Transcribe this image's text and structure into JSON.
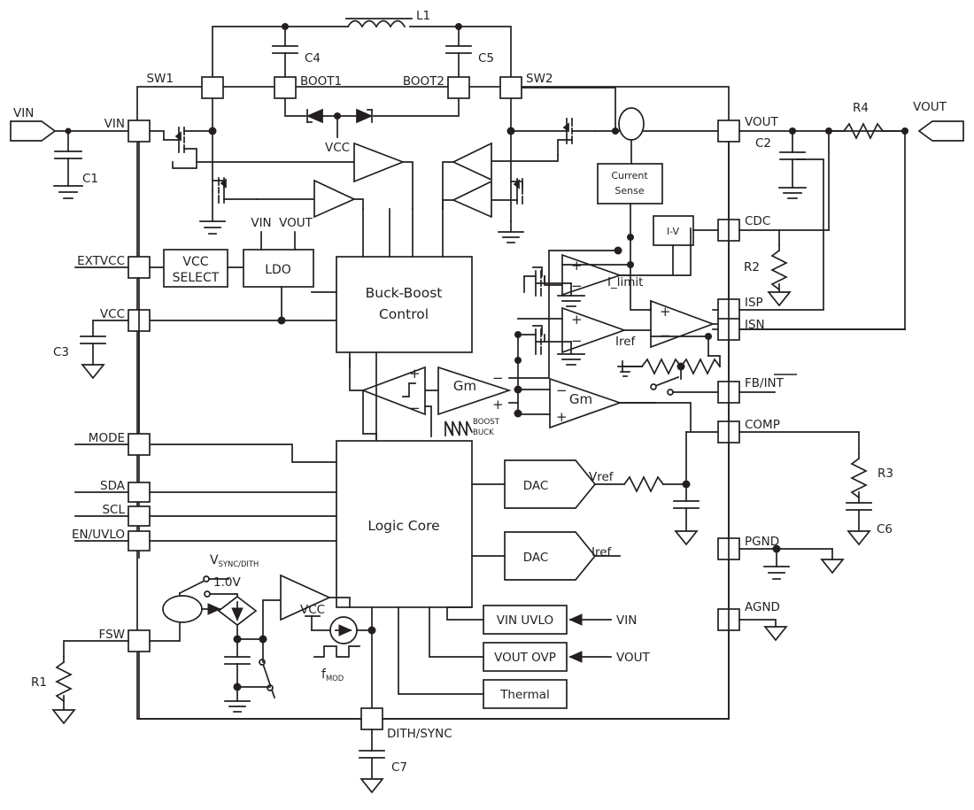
{
  "diagram": {
    "title": "Buck-Boost Converter Functional Block Diagram",
    "type": "schematic-block-diagram",
    "colors": {
      "line": "#231f20",
      "text": "#231f20",
      "background": "#ffffff"
    }
  },
  "terminals": [
    {
      "name": "vin-terminal",
      "label": "VIN",
      "side": "left"
    },
    {
      "name": "vout-terminal",
      "label": "VOUT",
      "side": "right"
    }
  ],
  "pins": {
    "top": [
      {
        "label": "SW1",
        "name": "pin-sw1"
      },
      {
        "label": "BOOT1",
        "name": "pin-boot1"
      },
      {
        "label": "BOOT2",
        "name": "pin-boot2"
      },
      {
        "label": "SW2",
        "name": "pin-sw2"
      }
    ],
    "left": [
      {
        "label": "VIN",
        "name": "pin-vin"
      },
      {
        "label": "EXTVCC",
        "name": "pin-extvcc"
      },
      {
        "label": "VCC",
        "name": "pin-vcc"
      },
      {
        "label": "MODE",
        "name": "pin-mode"
      },
      {
        "label": "SDA",
        "name": "pin-sda"
      },
      {
        "label": "SCL",
        "name": "pin-scl"
      },
      {
        "label": "EN/UVLO",
        "name": "pin-en-uvlo"
      },
      {
        "label": "FSW",
        "name": "pin-fsw"
      }
    ],
    "right": [
      {
        "label": "VOUT",
        "name": "pin-vout"
      },
      {
        "label": "CDC",
        "name": "pin-cdc"
      },
      {
        "label": "ISP",
        "name": "pin-isp"
      },
      {
        "label": "ISN",
        "name": "pin-isn"
      },
      {
        "label": "FB/INT",
        "name": "pin-fb-int",
        "overline_part": "INT"
      },
      {
        "label": "COMP",
        "name": "pin-comp"
      },
      {
        "label": "PGND",
        "name": "pin-pgnd"
      },
      {
        "label": "AGND",
        "name": "pin-agnd"
      }
    ],
    "bottom": [
      {
        "label": "DITH/SYNC",
        "name": "pin-dith-sync"
      }
    ]
  },
  "blocks": [
    {
      "label": "VCC",
      "label2": "SELECT",
      "name": "block-vcc-select"
    },
    {
      "label": "LDO",
      "name": "block-ldo"
    },
    {
      "label": "Buck-Boost",
      "label2": "Control",
      "name": "block-buck-boost-control"
    },
    {
      "label": "Logic Core",
      "name": "block-logic-core"
    },
    {
      "label": "Current",
      "label2": "Sense",
      "name": "block-current-sense"
    },
    {
      "label": "I-V",
      "name": "block-i-v"
    },
    {
      "label": "DAC",
      "name": "block-dac-vref"
    },
    {
      "label": "DAC",
      "name": "block-dac-iref"
    },
    {
      "label": "VIN UVLO",
      "name": "block-vin-uvlo"
    },
    {
      "label": "VOUT OVP",
      "name": "block-vout-ovp"
    },
    {
      "label": "Thermal",
      "name": "block-thermal"
    }
  ],
  "external_components": [
    {
      "ref": "C1",
      "type": "capacitor",
      "name": "component-c1"
    },
    {
      "ref": "C2",
      "type": "capacitor",
      "name": "component-c2"
    },
    {
      "ref": "C3",
      "type": "capacitor",
      "name": "component-c3"
    },
    {
      "ref": "C4",
      "type": "capacitor",
      "name": "component-c4"
    },
    {
      "ref": "C5",
      "type": "capacitor",
      "name": "component-c5"
    },
    {
      "ref": "C6",
      "type": "capacitor",
      "name": "component-c6"
    },
    {
      "ref": "C7",
      "type": "capacitor",
      "name": "component-c7"
    },
    {
      "ref": "L1",
      "type": "inductor",
      "name": "component-l1"
    },
    {
      "ref": "R1",
      "type": "resistor",
      "name": "component-r1"
    },
    {
      "ref": "R2",
      "type": "resistor",
      "name": "component-r2"
    },
    {
      "ref": "R3",
      "type": "resistor",
      "name": "component-r3"
    },
    {
      "ref": "R4",
      "type": "resistor",
      "name": "component-r4"
    }
  ],
  "net_labels": [
    {
      "label": "VCC",
      "name": "net-vcc-boot"
    },
    {
      "label": "VCC",
      "name": "net-vcc-osc"
    },
    {
      "label": "VIN",
      "name": "net-vin-ldo"
    },
    {
      "label": "VOUT",
      "name": "net-vout-ldo"
    },
    {
      "label": "VIN",
      "name": "net-vin-uvlo-in"
    },
    {
      "label": "VOUT",
      "name": "net-vout-ovp-in"
    }
  ],
  "signal_labels": [
    {
      "label": "I_limit",
      "name": "signal-i-limit"
    },
    {
      "label": "Iref",
      "name": "signal-iref-comp"
    },
    {
      "label": "Vref",
      "name": "signal-vref"
    },
    {
      "label": "Iref",
      "name": "signal-iref-dac"
    },
    {
      "label": "Gm",
      "name": "signal-gm-top"
    },
    {
      "label": "Gm",
      "name": "signal-gm-bottom"
    },
    {
      "label": "BOOST",
      "name": "signal-boost"
    },
    {
      "label": "BUCK",
      "name": "signal-buck"
    },
    {
      "label": "1.0V",
      "name": "signal-1v0"
    }
  ],
  "subscript_labels": [
    {
      "base": "V",
      "sub": "SYNC/DITH",
      "name": "label-vsyncdith"
    },
    {
      "base": "f",
      "sub": "MOD",
      "name": "label-fmod"
    }
  ]
}
